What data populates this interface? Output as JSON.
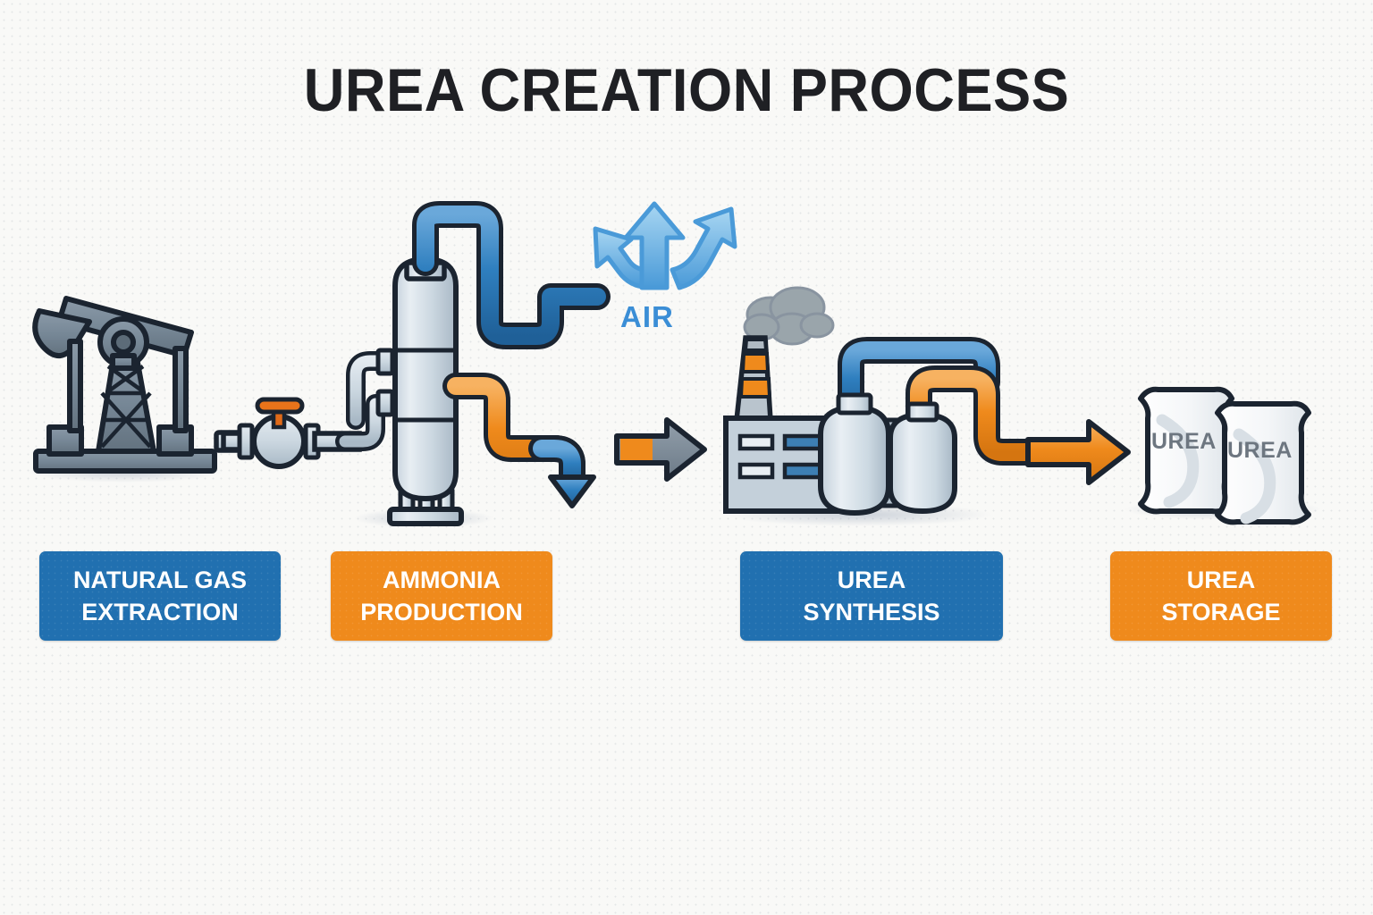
{
  "title": "UREA CREATION PROCESS",
  "air": {
    "label": "AIR"
  },
  "stages": [
    {
      "id": "natural-gas-extraction",
      "line1": "NATURAL GAS",
      "line2": "EXTRACTION",
      "color": "#2170b0"
    },
    {
      "id": "ammonia-production",
      "line1": "AMMONIA",
      "line2": "PRODUCTION",
      "color": "#ef8a1c"
    },
    {
      "id": "urea-synthesis",
      "line1": "UREA",
      "line2": "SYNTHESIS",
      "color": "#2170b0"
    },
    {
      "id": "urea-storage",
      "line1": "UREA",
      "line2": "STORAGE",
      "color": "#ef8a1c"
    }
  ],
  "bags": [
    {
      "label": "UREA"
    },
    {
      "label": "UREA"
    }
  ],
  "colors": {
    "background": "#f9f9f7",
    "title_text": "#1f2024",
    "blue": "#2170b0",
    "blue_pipe": "#2f7fbf",
    "orange": "#ef8a1c",
    "air_blue": "#3b8ed6",
    "air_arrow_fill": "#8fc8ee",
    "outline": "#1b2430",
    "metal_light": "#dde4ea",
    "metal_mid": "#aebecb",
    "metal_dark": "#7e8d9c",
    "smoke": "#9aa5ab",
    "bag_text": "#6d7680",
    "arrow_gray": "#7b8894"
  },
  "icons": {
    "pumpjack": "oil-pumpjack-icon",
    "valve": "pipe-valve-icon",
    "reactor": "reactor-vessel-icon",
    "air_arrows": "air-arrows-icon",
    "factory": "factory-icon",
    "smoke": "smoke-cloud-icon",
    "tanks": "storage-tanks-icon",
    "bags": "urea-bags-icon",
    "transfer_arrow": "transfer-arrow-icon",
    "delivery_arrow": "delivery-arrow-icon",
    "down_arrow": "down-arrow-icon"
  }
}
